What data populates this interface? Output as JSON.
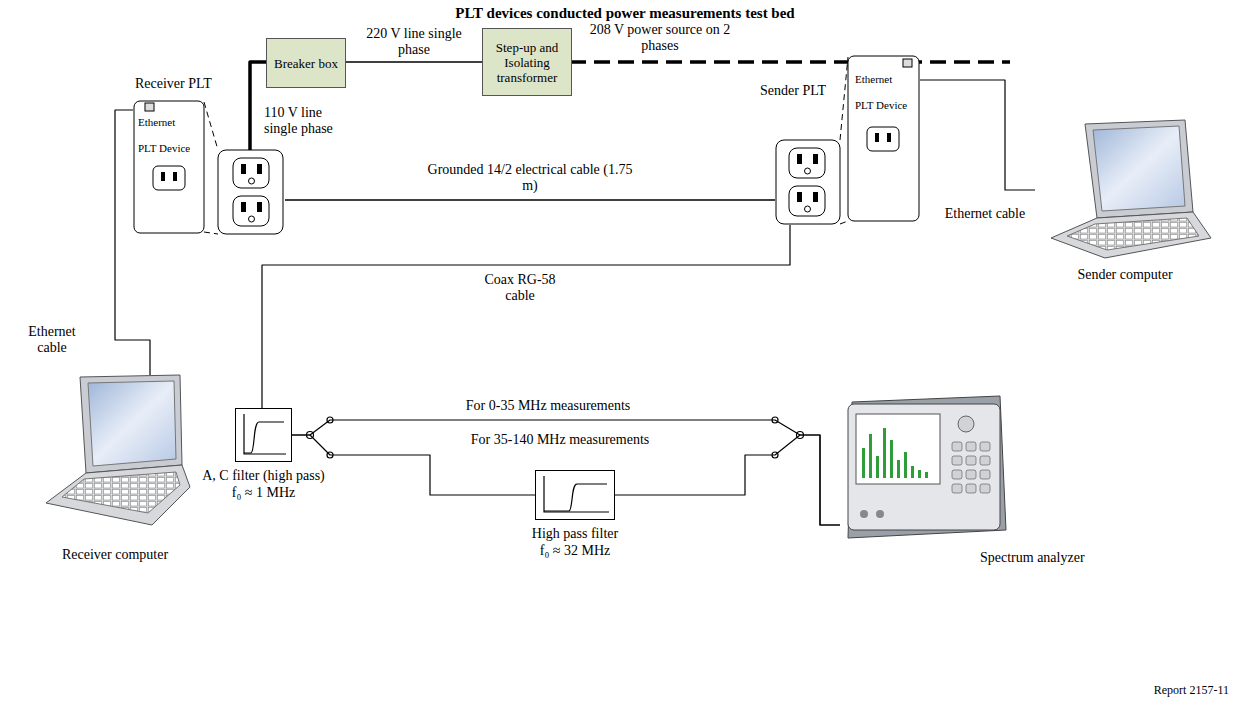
{
  "diagram": {
    "title": "PLT devices conducted power measurements test bed",
    "caption": "Report 2157-11",
    "nodes": [
      {
        "text": [
          "Breaker box"
        ]
      },
      {
        "text": [
          "Step-up and Isolating transformer"
        ]
      },
      {
        "text": [
          "Receiver PLT",
          "Ethernet",
          "PLT Device"
        ]
      },
      {
        "text": [
          "Sender PLT",
          "Ethernet",
          "PLT Device"
        ]
      },
      {
        "text": [
          "Sender computer"
        ]
      },
      {
        "text": [
          "A, C filter (high pass)",
          "f₀ ≈ 1 MHz"
        ]
      },
      {
        "text": [
          "High pass filter",
          "f₀ ≈ 32 MHz"
        ]
      },
      {
        "text": [
          "Spectrum analyzer"
        ]
      },
      {
        "text": [
          "Receiver computer"
        ]
      }
    ],
    "edges": [
      {
        "from": 0,
        "to": 1,
        "arrow": "none",
        "label": "220 V line single phase"
      },
      {
        "from": 0,
        "to": 2,
        "arrow": "none",
        "label": "110 V line single phase"
      },
      {
        "from": 2,
        "to": 3,
        "arrow": "none",
        "label": "Grounded 14/2 electrical cable (1.75 m)"
      },
      {
        "from": 3,
        "to": 4,
        "arrow": "none",
        "label": "Ethernet cable"
      },
      {
        "from": 2,
        "to": 8,
        "arrow": "none",
        "label": "Ethernet cable"
      },
      {
        "from": 3,
        "to": 5,
        "arrow": "none",
        "label": "Coax RG-58 cable"
      },
      {
        "from": 5,
        "to": 7,
        "arrow": "none",
        "label": "For 0-35 MHz measurements"
      },
      {
        "from": 5,
        "to": 6,
        "arrow": "none",
        "label": "For 35-140 MHz measurements"
      },
      {
        "from": 6,
        "to": 7,
        "arrow": "none"
      }
    ],
    "labels": [
      "208 V power source on 2 phases"
    ]
  }
}
